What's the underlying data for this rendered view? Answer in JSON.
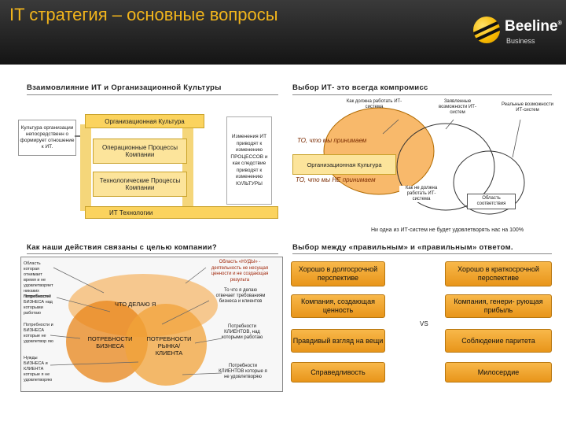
{
  "header": {
    "title": "IT стратегия – основные вопросы",
    "logo_name": "Beeline",
    "logo_tm": "®",
    "logo_sub": "Business"
  },
  "q1": {
    "title": "Взаимовлияние ИТ и Организационной Культуры",
    "left_note": "Культура организации непосредственн о формирует отношение к ИТ.",
    "org_culture": "Организационная Культура",
    "processes": "Операционные Процессы Компании",
    "tech_processes": "Технологические Процессы Компании",
    "it_tech": "ИТ Технологии",
    "right_note": "Изменения ИТ приводят к изменению ПРОЦЕССОВ и как следствие приводят к изменению КУЛЬТУРЫ"
  },
  "q2": {
    "title": "Выбор ИТ- это всегда компромисс",
    "label_should_work": "Как должна работать ИТ-система",
    "label_declared": "Заявленные возможности ИТ-систем",
    "label_real": "Реальные возможности ИТ-систем",
    "accept": "ТО, что мы принимаем",
    "org_culture": "Организационная Культура",
    "not_accept": "ТО, что мы НЕ принимаем",
    "label_how_should": "Как не должна работать ИТ-система",
    "label_environment": "Область соответствия",
    "footnote": "Ни одна из ИТ-систем не будет удовлетворять нас на 100%"
  },
  "q3": {
    "title": "Как наши действия связаны с целью компании?",
    "left_items": [
      "Область которая отнимает время и не удовлетворяет никаких потребностей",
      "Потребности БИЗНЕСА над которыми работаю",
      "Потребности и БИЗНЕСА которые не удовлетвор яю",
      "Нужды БИЗНЕСА и КЛИЕНТА которые я не удовлетворяю"
    ],
    "top_right": "Область «НУДЫ» - деятельность не несущая ценности и не создающая результа",
    "mid_right": "То что я делаю отвечает требованиям бизнеса и клиентов",
    "lower_right": "Потребности КЛИЕНТОВ, над которыми работаю",
    "bottom_right": "Потребности КЛИЕНТОВ которые я не удовлетворяю",
    "what_i_do": "ЧТО ДЕЛАЮ Я",
    "business_needs": "ПОТРЕБНОСТИ БИЗНЕСА",
    "market_needs": "ПОТРЕБНОСТИ РЫНКА/КЛИЕНТА"
  },
  "q4": {
    "title": "Выбор между «правильным» и «правильным» ответом.",
    "vs": "VS",
    "left": [
      "Хорошо в долгосрочной перспективе",
      "Компания, создающая ценность",
      "Правдивый взгляд на вещи",
      "Справедливость"
    ],
    "right": [
      "Хорошо в краткосрочной перспективе",
      "Компания, генери- рующая прибыль",
      "Соблюдение паритета",
      "Милосердие"
    ]
  }
}
